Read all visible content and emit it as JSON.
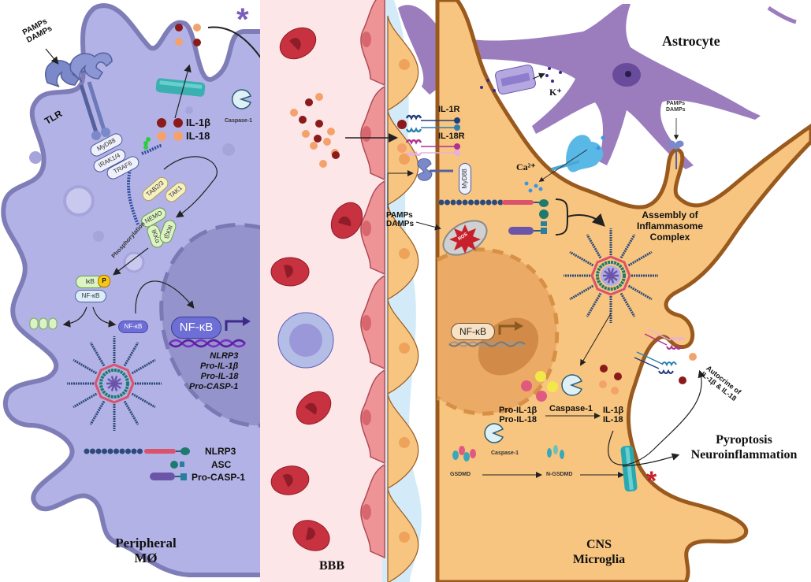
{
  "figure": {
    "regions": {
      "peripheral": "Peripheral\nMØ",
      "bbb": "BBB",
      "cns": "CNS\nMicroglia",
      "astrocyte": "Astrocyte"
    },
    "peripheral_cell": {
      "stimulus": "PAMPs\nDAMPs",
      "receptor": "TLR",
      "adaptors": [
        "MyD88",
        "IRAK1/4",
        "TRAF6"
      ],
      "kinases": [
        "TAB2/3",
        "TAK1"
      ],
      "ikk": [
        "NEMO",
        "IKKα",
        "IKKβ"
      ],
      "phosphorylation": "Phosphorylation",
      "ikb": "IκB",
      "phospho": "P",
      "nfkb_complex": "NF-κB",
      "nfkb_free": "NF-κB",
      "nfkb_nuclear": "NF-κB",
      "transcripts": [
        "NLRP3",
        "Pro-IL-1β",
        "Pro-IL-18",
        "Pro-CASP-1"
      ],
      "components": [
        "NLRP3",
        "ASC",
        "Pro-CASP-1"
      ],
      "cytokines": [
        "IL-1β",
        "IL-18"
      ],
      "caspase": "Caspase-1",
      "asterisk": "*"
    },
    "cns_cell": {
      "receptors": [
        "IL-1R",
        "IL-18R"
      ],
      "adaptor": "MyD88",
      "stimulus": "PAMPs\nDAMPs",
      "astro_stimulus": "PAMPs\nDAMPs",
      "ros": "ROS",
      "calcium": "Ca²⁺",
      "potassium": "K⁺",
      "assembly": "Assembly of\nInflammasome\nComplex",
      "nfkb": "NF-κB",
      "pro_cytokines": "Pro-IL-1β\nPro-IL-18",
      "caspase_label": "Caspase-1",
      "mature_cytokines": "IL-1β\nIL-18",
      "caspase_small": "Caspase-1",
      "gsdmd": "GSDMD",
      "n_gsdmd": "N-GSDMD",
      "autocrine": "Autocrine of\nIL-1β & IL-18",
      "outcome": "Pyroptosis\nNeuroinflammation",
      "asterisk": "*"
    },
    "colors": {
      "macrophage": "#b3b2e6",
      "macrophage_edge": "#7f7db8",
      "nucleus_periph": "#9593cc",
      "blood": "#fde6e8",
      "endothelium": "#ef9496",
      "csf": "#d3ebf8",
      "microglia": "#f8c580",
      "microglia_edge": "#9a5a1e",
      "astrocyte": "#9b7dbd",
      "rbc": "#c8313f",
      "il1b": "#8b1a1a",
      "il18": "#f4a26b",
      "asterisk_purple": "#7b5cb8",
      "asterisk_red": "#c8202a"
    }
  }
}
